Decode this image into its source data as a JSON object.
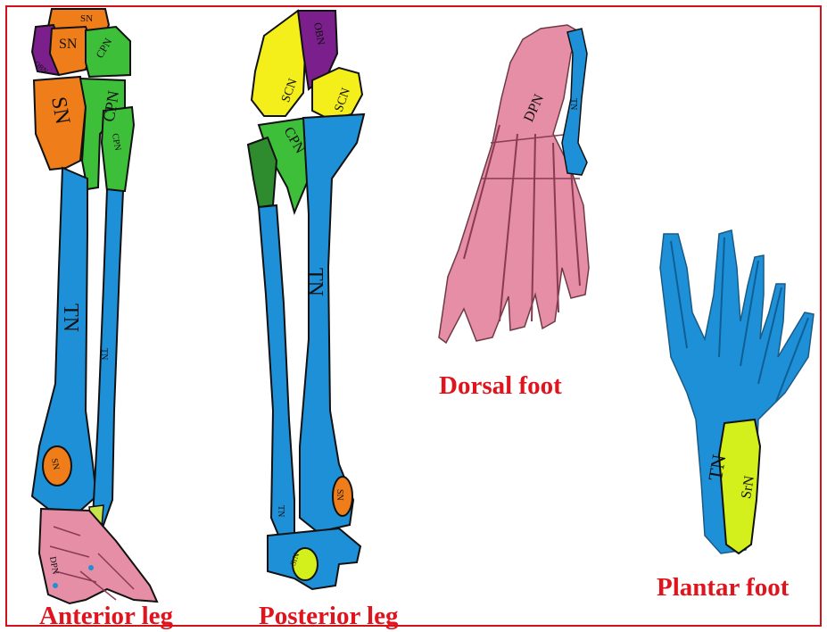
{
  "captions": {
    "anterior_leg": "Anterior leg",
    "posterior_leg": "Posterior leg",
    "dorsal_foot": "Dorsal foot",
    "plantar_foot": "Plantar foot"
  },
  "labels": {
    "sn": "SN",
    "obn": "OBN",
    "cpn": "CPN",
    "tn": "TN",
    "scn": "SCN",
    "dpn": "DPN",
    "srn": "SrN"
  },
  "colors": {
    "frame": "#d0121b",
    "caption": "#e0141c",
    "sn": "#ef7d1a",
    "obn": "#7a1f8c",
    "cpn": "#3dbf3a",
    "cpn_dark": "#2e8b2e",
    "tn": "#1e90d8",
    "scn": "#f4ee1a",
    "dpn": "#e58ea6",
    "srn": "#d4f01c"
  }
}
